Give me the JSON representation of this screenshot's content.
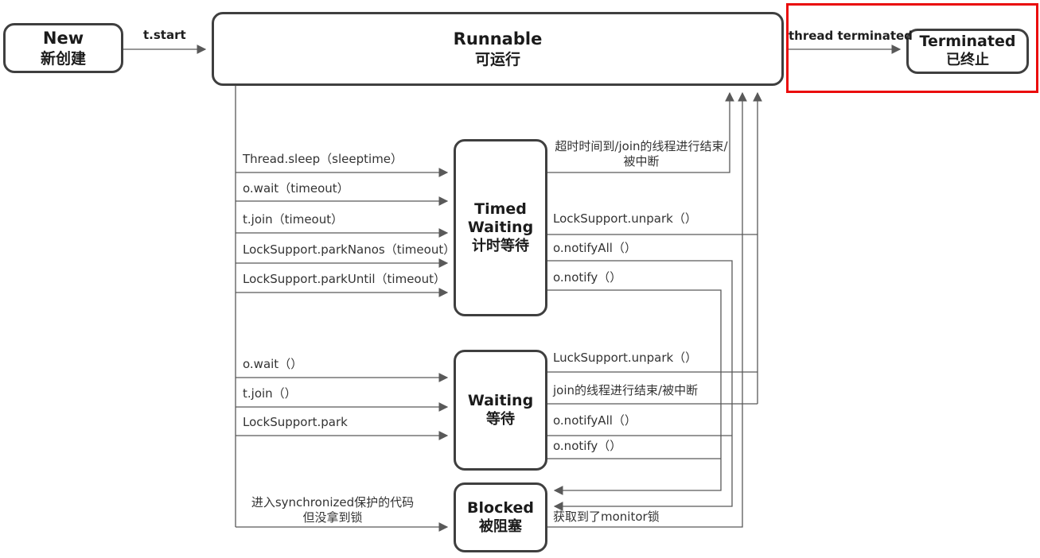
{
  "colors": {
    "box_border": "#3f3f3f",
    "line": "#595959",
    "text": "#333333",
    "highlight_red": "#ea0a0a"
  },
  "states": {
    "new": {
      "title": "New",
      "subtitle": "新创建"
    },
    "runnable": {
      "title": "Runnable",
      "subtitle": "可运行"
    },
    "terminated": {
      "title": "Terminated",
      "subtitle": "已终止"
    },
    "timed_waiting": {
      "title": "Timed Waiting",
      "subtitle": "计时等待"
    },
    "waiting": {
      "title": "Waiting",
      "subtitle": "等待"
    },
    "blocked": {
      "title": "Blocked",
      "subtitle": "被阻塞"
    }
  },
  "edges": {
    "t_start": "t.start",
    "thread_terminated": "thread terminated",
    "thread_sleep": "Thread.sleep（sleeptime）",
    "o_wait_timeout": "o.wait（timeout）",
    "t_join_timeout": "t.join（timeout）",
    "park_nanos": "LockSupport.parkNanos（timeout）",
    "park_until": "LockSupport.parkUntil（timeout）",
    "o_wait": "o.wait（）",
    "t_join": "t.join（）",
    "lock_park": "LockSupport.park",
    "enter_sync_line1": "进入synchronized保护的代码",
    "enter_sync_line2": "但没拿到锁",
    "timeout_end_line1": "超时时间到/join的线程进行结束/",
    "timeout_end_line2": "被中断",
    "unpark_timed": "LockSupport.unpark（）",
    "notify_all_timed": "o.notifyAll（）",
    "notify_timed": "o.notify（）",
    "luck_unpark": "LuckSupport.unpark（）",
    "join_end": "join的线程进行结束/被中断",
    "notify_all_waiting": "o.notifyAll（）",
    "notify_waiting": "o.notify（）",
    "monitor_lock": "获取到了monitor锁"
  }
}
